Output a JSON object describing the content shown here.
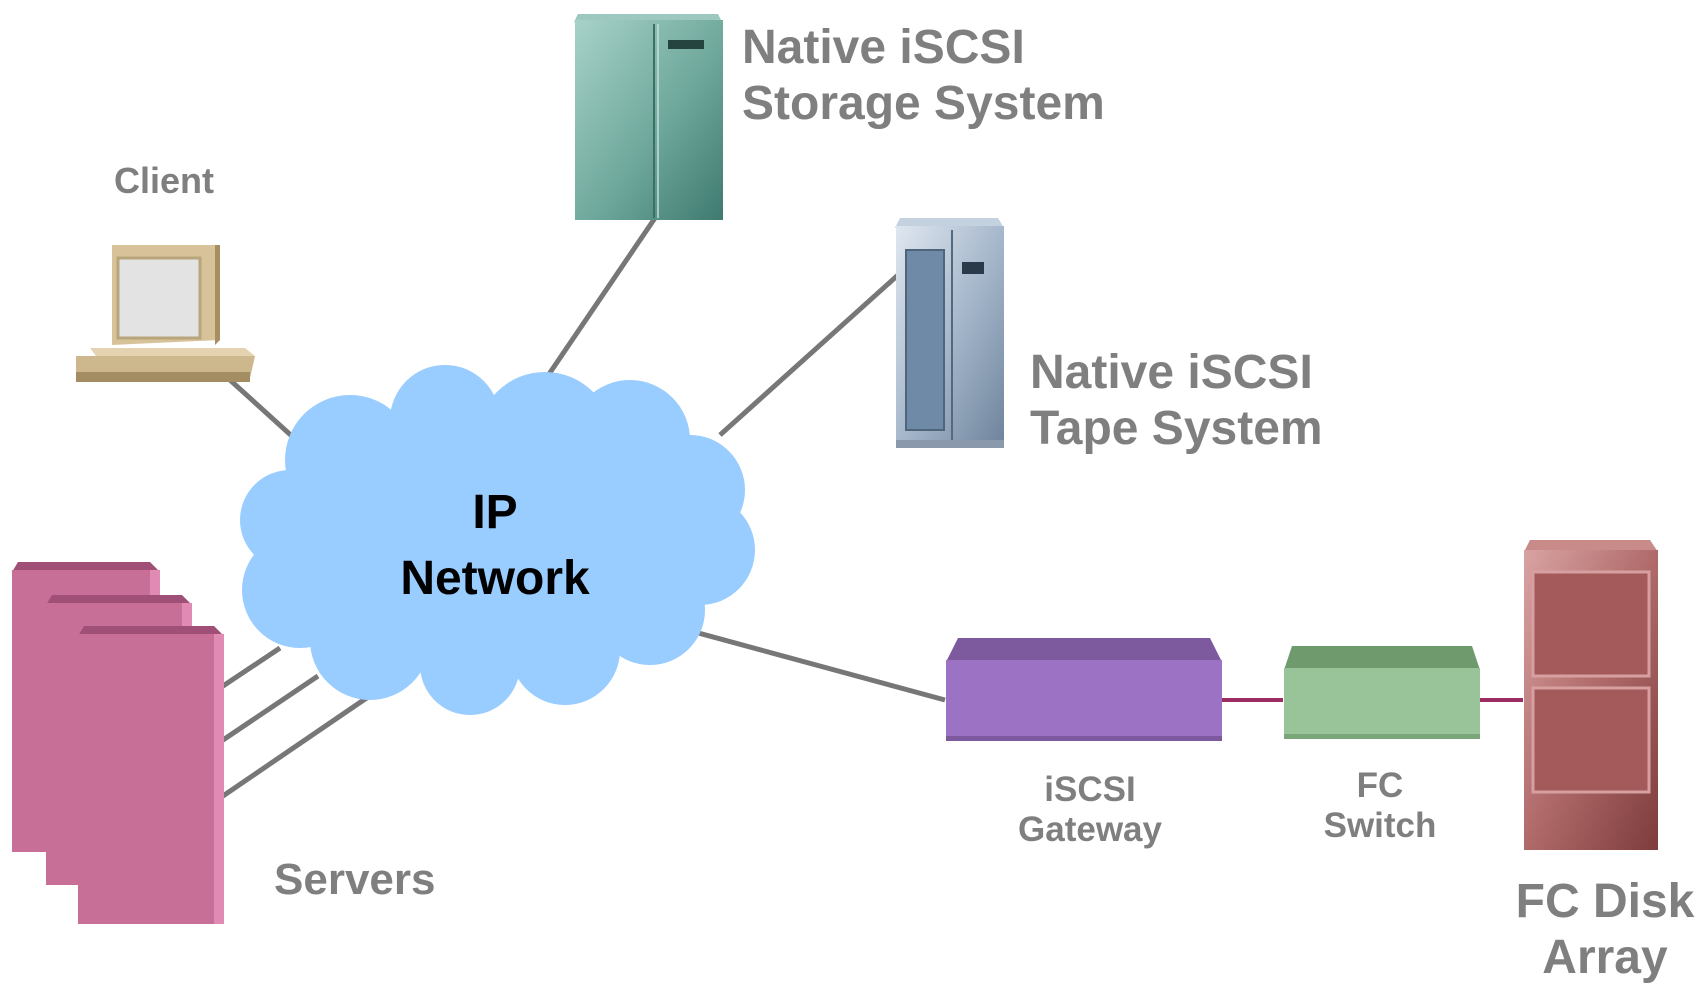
{
  "labels": {
    "client": "Client",
    "storage_line1": "Native iSCSI",
    "storage_line2": "Storage System",
    "tape_line1": "Native iSCSI",
    "tape_line2": "Tape System",
    "network_line1": "IP",
    "network_line2": "Network",
    "servers": "Servers",
    "gateway_line1": "iSCSI",
    "gateway_line2": "Gateway",
    "switch_line1": "FC",
    "switch_line2": "Switch",
    "disk_line1": "FC Disk",
    "disk_line2": "Array"
  },
  "icons": {
    "client": "desktop-computer-icon",
    "storage": "storage-cabinet-icon",
    "tape": "tape-library-icon",
    "network": "cloud-icon",
    "servers": "server-tower-icon",
    "gateway": "gateway-box-icon",
    "switch": "switch-box-icon",
    "disk": "disk-array-icon"
  },
  "colors": {
    "label": "#7f7f7f",
    "link_gray": "#777777",
    "link_fc": "#9c2d62",
    "cloud": "#99ccff",
    "server": "#c76f97",
    "gateway": "#9b72c4",
    "switch": "#99c499",
    "disk": "#b06a6a",
    "storage": "#6fa89c",
    "tape": "#a7b8cc",
    "client": "#d8c29a"
  }
}
